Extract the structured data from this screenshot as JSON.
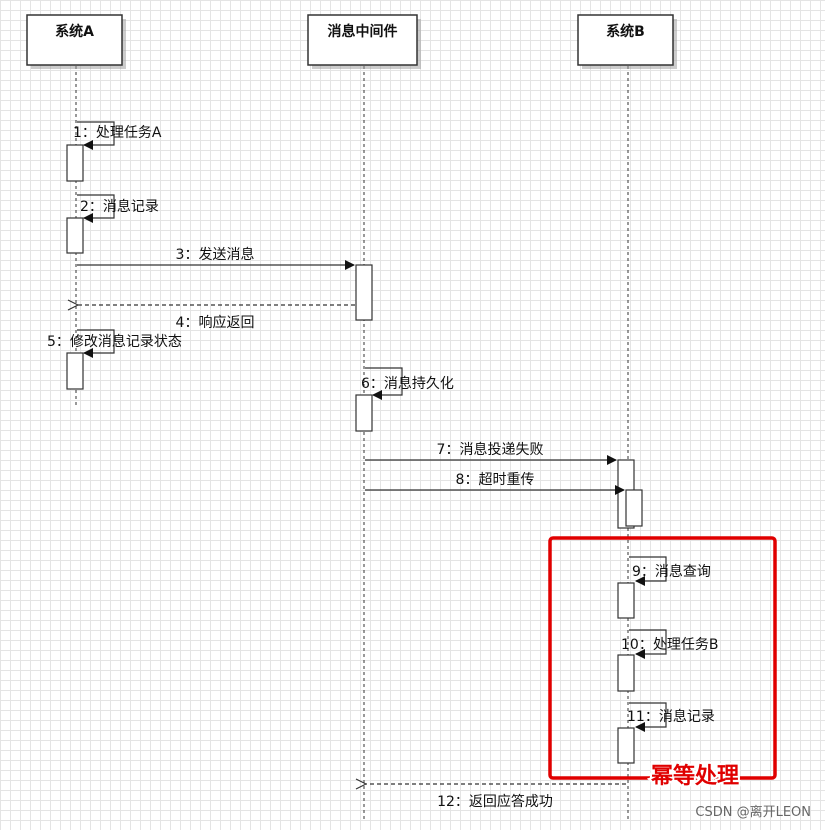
{
  "actors": [
    {
      "id": "sysA",
      "label": "系统A"
    },
    {
      "id": "broker",
      "label": "消息中间件"
    },
    {
      "id": "sysB",
      "label": "系统B"
    }
  ],
  "messages": [
    {
      "label": "1：处理任务A"
    },
    {
      "label": "2：消息记录"
    },
    {
      "label": "3：发送消息"
    },
    {
      "label": "4：响应返回"
    },
    {
      "label": "5：修改消息记录状态"
    },
    {
      "label": "6：消息持久化"
    },
    {
      "label": "7：消息投递失败"
    },
    {
      "label": "8：超时重传"
    },
    {
      "label": "9：消息查询"
    },
    {
      "label": "10：处理任务B"
    },
    {
      "label": "11：消息记录"
    },
    {
      "label": "12：返回应答成功"
    }
  ],
  "highlight": {
    "label": "幂等处理",
    "color": "#e00000"
  },
  "watermark": "CSDN @离开LEON"
}
